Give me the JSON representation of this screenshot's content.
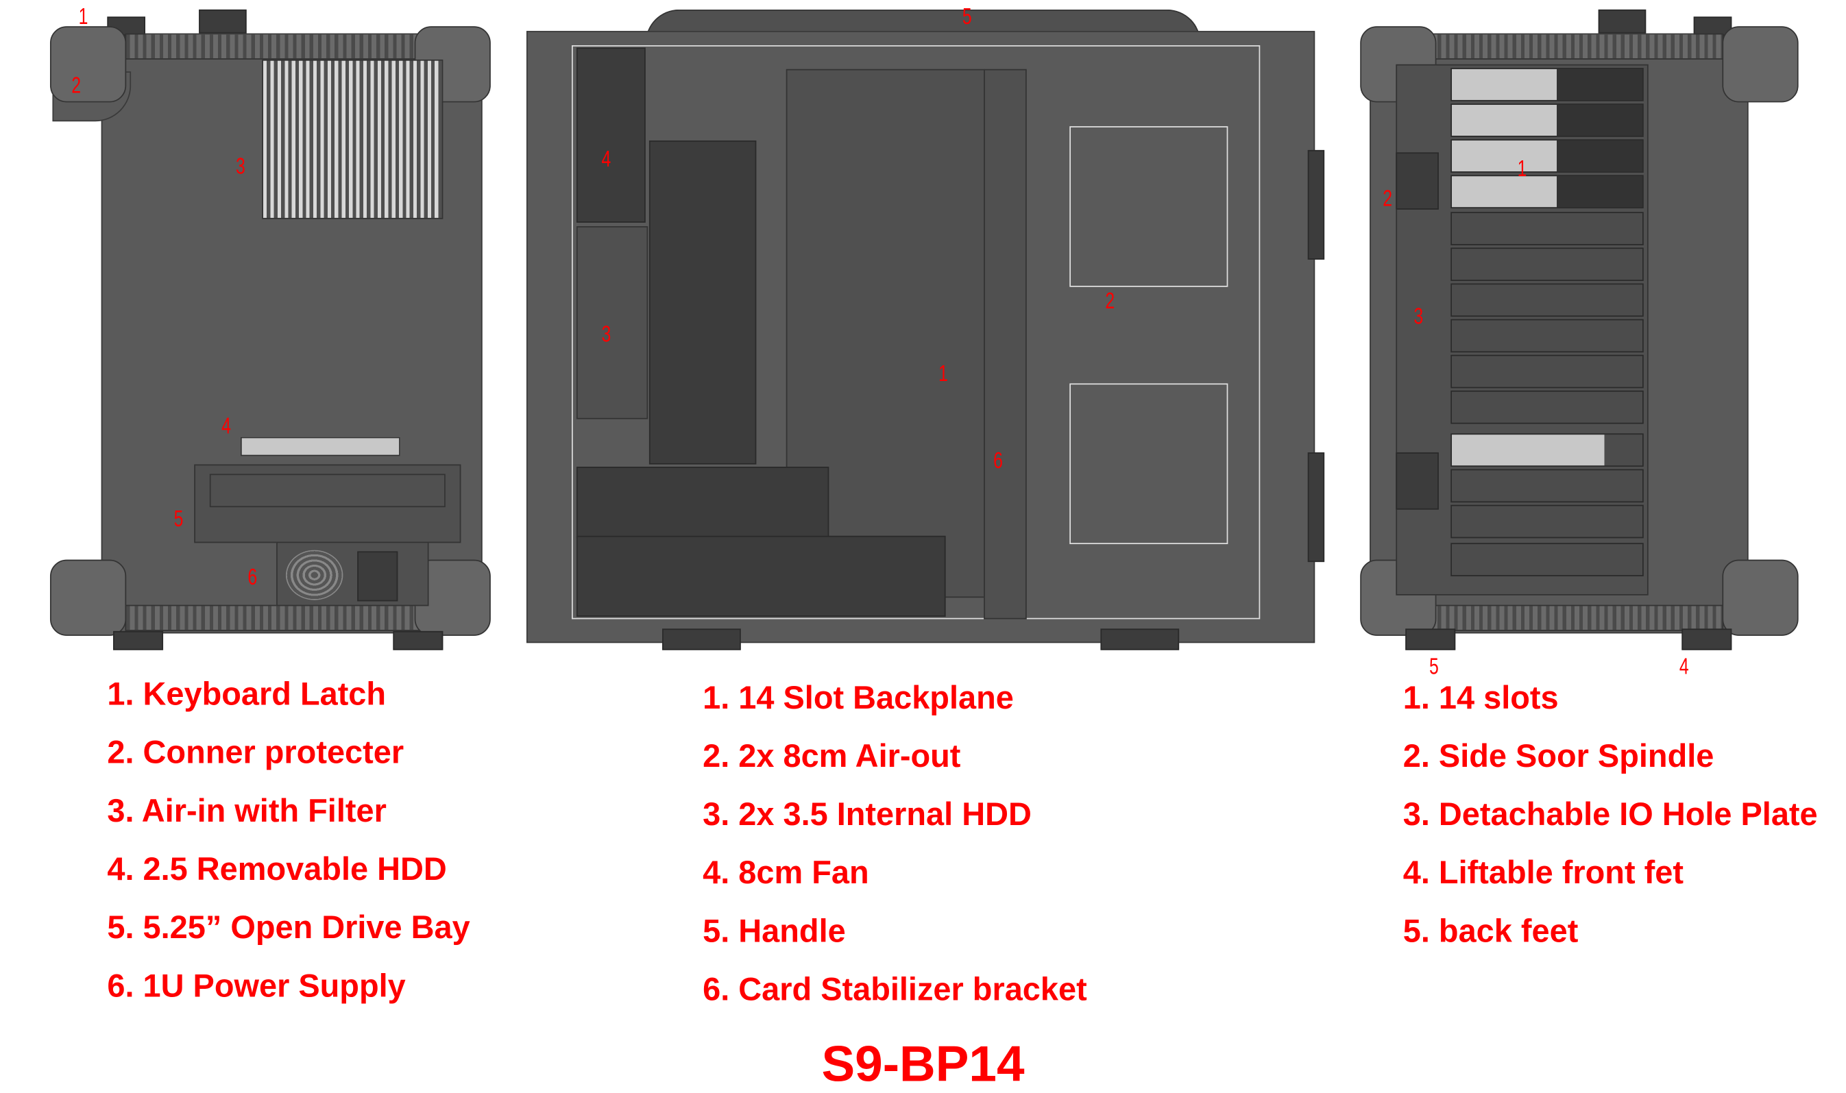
{
  "title": "S9-BP14",
  "left_view": {
    "callouts": [
      "1",
      "2",
      "3",
      "4",
      "5",
      "6"
    ],
    "legend": [
      "1. Keyboard Latch",
      "2. Conner protecter",
      "3. Air-in with Filter",
      "4. 2.5 Removable HDD",
      "5. 5.25” Open Drive Bay",
      "6. 1U Power Supply"
    ]
  },
  "middle_view": {
    "callouts": [
      "1",
      "2",
      "3",
      "4",
      "5",
      "6"
    ],
    "legend": [
      "1. 14 Slot Backplane",
      "2. 2x 8cm Air-out",
      "3. 2x 3.5 Internal HDD",
      "4. 8cm Fan",
      "5. Handle",
      "6. Card Stabilizer bracket"
    ]
  },
  "right_view": {
    "callouts": [
      "1",
      "2",
      "3",
      "4",
      "5"
    ],
    "legend": [
      "1. 14 slots",
      "2. Side Soor Spindle",
      "3. Detachable IO Hole Plate",
      "4. Liftable front fet",
      "5. back feet"
    ]
  },
  "colors": {
    "label": "#ff0000",
    "chassis": "#5a5a5a"
  }
}
